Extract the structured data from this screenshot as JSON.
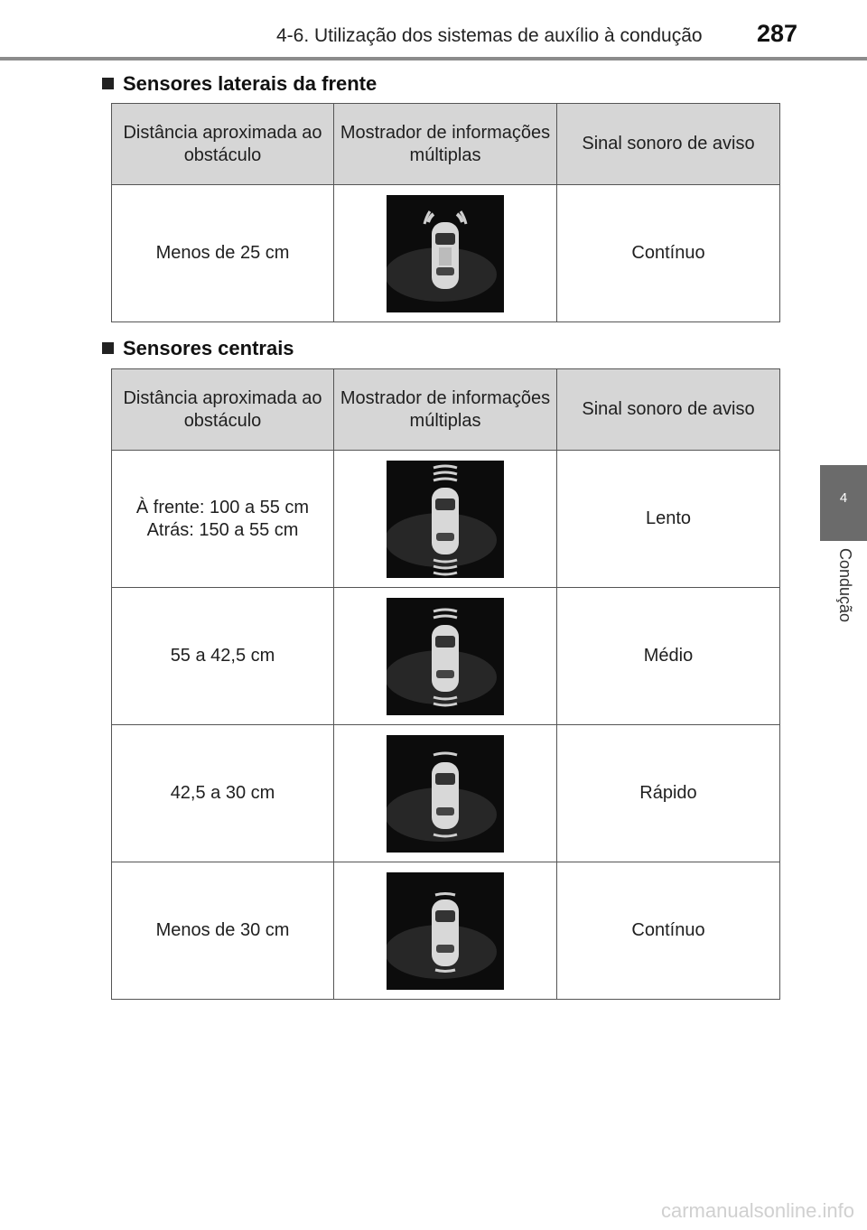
{
  "header": {
    "title": "4-6. Utilização dos sistemas de auxílio à condução",
    "page_number": "287"
  },
  "side_tab": {
    "number": "4",
    "label": "Condução"
  },
  "sections": [
    {
      "heading": "Sensores laterais da frente",
      "columns": [
        "Distância aproximada ao obstáculo",
        "Mostrador de informações múltiplas",
        "Sinal sonoro de aviso"
      ],
      "rows": [
        {
          "distance": "Menos de 25 cm",
          "display": "front-corner-sensors",
          "signal": "Contínuo"
        }
      ]
    },
    {
      "heading": "Sensores centrais",
      "columns": [
        "Distância aproximada ao obstáculo",
        "Mostrador de informações múltiplas",
        "Sinal sonoro de aviso"
      ],
      "rows": [
        {
          "distance": "À frente: 100 a 55 cm\nAtrás: 150 a 55 cm",
          "display": "center-far",
          "signal": "Lento"
        },
        {
          "distance": "55 a 42,5 cm",
          "display": "center-medium",
          "signal": "Médio"
        },
        {
          "distance": "42,5 a 30 cm",
          "display": "center-near",
          "signal": "Rápido"
        },
        {
          "distance": "Menos de 30 cm",
          "display": "center-closest",
          "signal": "Contínuo"
        }
      ]
    }
  ],
  "watermark": "carmanualsonline.info"
}
